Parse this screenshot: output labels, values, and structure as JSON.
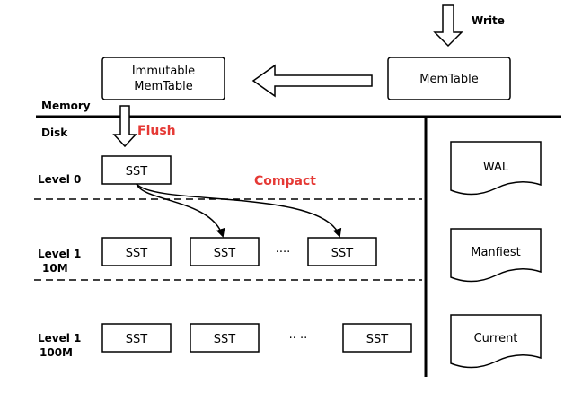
{
  "write_label": "Write",
  "memtable_label": "MemTable",
  "immutable_memtable_label": [
    "Immutable",
    "MemTable"
  ],
  "memory_label": "Memory",
  "disk_label": "Disk",
  "flush_label": "Flush",
  "compact_label": "Compact",
  "colors": {
    "highlight": "#e53935",
    "stroke": "#000000"
  },
  "levels": [
    {
      "label": [
        "Level 0"
      ],
      "tables": [
        "SST"
      ],
      "ellipsis": ""
    },
    {
      "label": [
        "Level 1",
        "10M"
      ],
      "tables": [
        "SST",
        "SST",
        "SST"
      ],
      "ellipsis": "····"
    },
    {
      "label": [
        "Level 1",
        "100M"
      ],
      "tables": [
        "SST",
        "SST",
        "SST"
      ],
      "ellipsis": "·· ··"
    }
  ],
  "files": [
    "WAL",
    "Manfiest",
    "Current"
  ]
}
